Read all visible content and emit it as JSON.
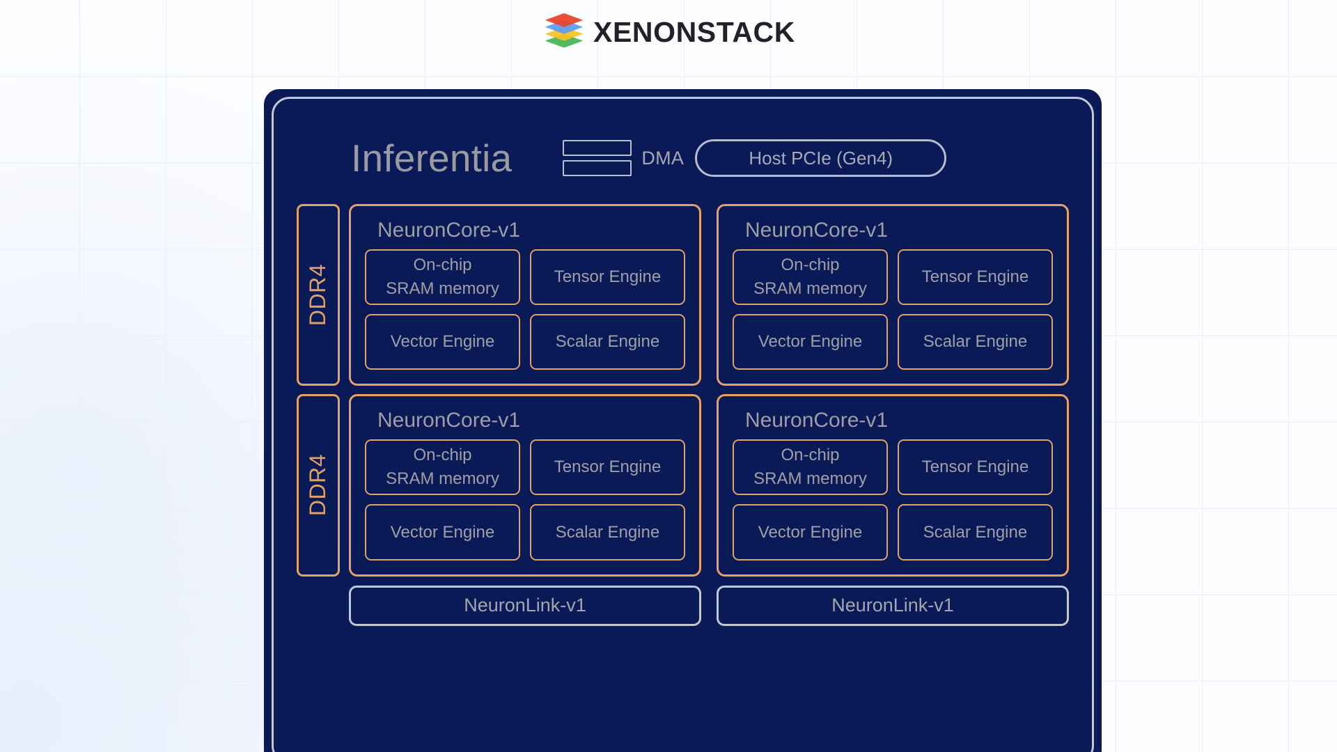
{
  "brand": {
    "name": "XENONSTACK",
    "logo_icon": "stacked-layers-icon",
    "logo_layer_colors": [
      "#e8452c",
      "#5b9bf0",
      "#f7c023",
      "#43b551"
    ]
  },
  "diagram": {
    "title": "Inferentia",
    "header": {
      "dma_icon": "dma-stacked-bars-icon",
      "dma_label": "DMA",
      "host_pcie_label": "Host PCIe (Gen4)"
    },
    "memory_blocks": [
      {
        "label": "DDR4"
      },
      {
        "label": "DDR4"
      }
    ],
    "neuron_cores": [
      {
        "title": "NeuronCore-v1",
        "units": [
          {
            "lines": [
              "On-chip",
              "SRAM memory"
            ]
          },
          {
            "lines": [
              "Tensor Engine"
            ]
          },
          {
            "lines": [
              "Vector Engine"
            ]
          },
          {
            "lines": [
              "Scalar Engine"
            ]
          }
        ]
      },
      {
        "title": "NeuronCore-v1",
        "units": [
          {
            "lines": [
              "On-chip",
              "SRAM memory"
            ]
          },
          {
            "lines": [
              "Tensor Engine"
            ]
          },
          {
            "lines": [
              "Vector Engine"
            ]
          },
          {
            "lines": [
              "Scalar Engine"
            ]
          }
        ]
      },
      {
        "title": "NeuronCore-v1",
        "units": [
          {
            "lines": [
              "On-chip",
              "SRAM memory"
            ]
          },
          {
            "lines": [
              "Tensor Engine"
            ]
          },
          {
            "lines": [
              "Vector Engine"
            ]
          },
          {
            "lines": [
              "Scalar Engine"
            ]
          }
        ]
      },
      {
        "title": "NeuronCore-v1",
        "units": [
          {
            "lines": [
              "On-chip",
              "SRAM memory"
            ]
          },
          {
            "lines": [
              "Tensor Engine"
            ]
          },
          {
            "lines": [
              "Vector Engine"
            ]
          },
          {
            "lines": [
              "Scalar Engine"
            ]
          }
        ]
      }
    ],
    "neuron_links": [
      {
        "label": "NeuronLink-v1"
      },
      {
        "label": "NeuronLink-v1"
      }
    ],
    "colors": {
      "chip_background": "#0a1a56",
      "chip_border": "#c3c8d6",
      "accent_orange": "#e7a264",
      "text_gray": "#9d9ea6",
      "page_background": "#fdfdff",
      "grid_line": "#e8eefb"
    }
  }
}
